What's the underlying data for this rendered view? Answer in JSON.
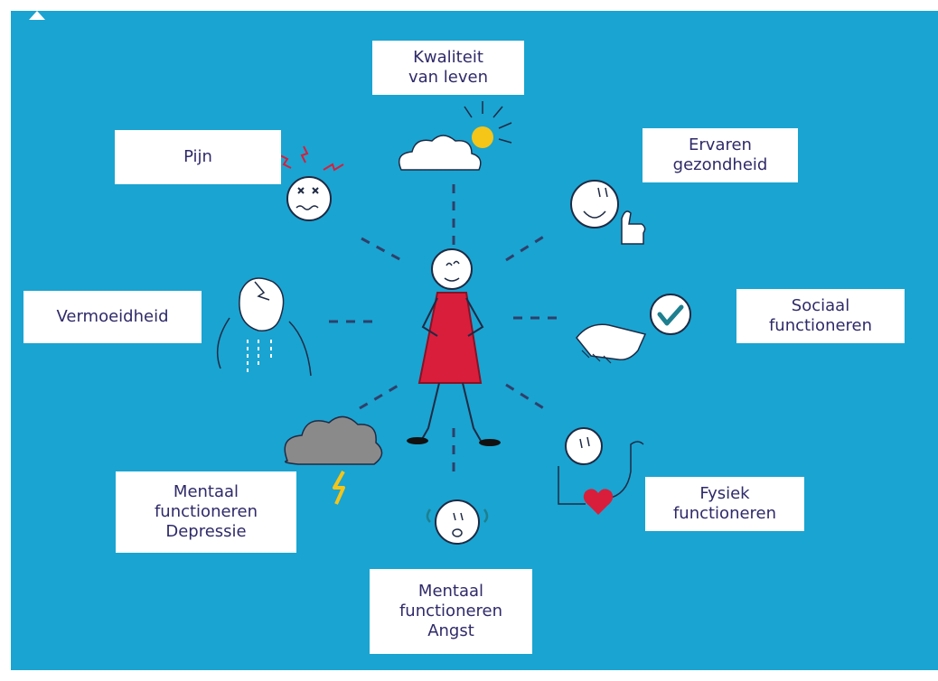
{
  "labels": {
    "kwaliteit": "Kwaliteit\nvan leven",
    "pijn": "Pijn",
    "ervaren": "Ervaren\ngezondheid",
    "vermoeidheid": "Vermoeidheid",
    "sociaal": "Sociaal\nfunctioneren",
    "mentaal_depressie": "Mentaal\nfunctioneren\nDepressie",
    "fysiek": "Fysiek\nfunctioneren",
    "mentaal_angst": "Mentaal\nfunctioneren\nAngst"
  },
  "colors": {
    "background": "#1aa4d1",
    "label_text": "#2f2a69",
    "dress": "#d91e3c",
    "sun": "#f5c518",
    "cloud_dark": "#8a8a8a",
    "check": "#1e7f8f"
  }
}
